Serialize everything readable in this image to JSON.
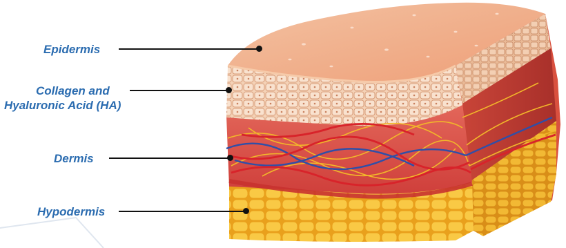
{
  "labels": {
    "epidermis": "Epidermis",
    "collagen_line1": "Collagen and",
    "collagen_line2": "Hyaluronic Acid (HA)",
    "dermis": "Dermis",
    "hypodermis": "Hypodermis"
  },
  "colors": {
    "label_text": "#2b6cb0",
    "leader_line": "#111111",
    "epidermis_top": "#f5b48f",
    "cell_layer": "#f3cdb0",
    "dermis": "#d9504a",
    "artery": "#d8232a",
    "vein": "#2f4fa8",
    "nerve": "#f2b72a",
    "hypodermis": "#f2b52c"
  }
}
